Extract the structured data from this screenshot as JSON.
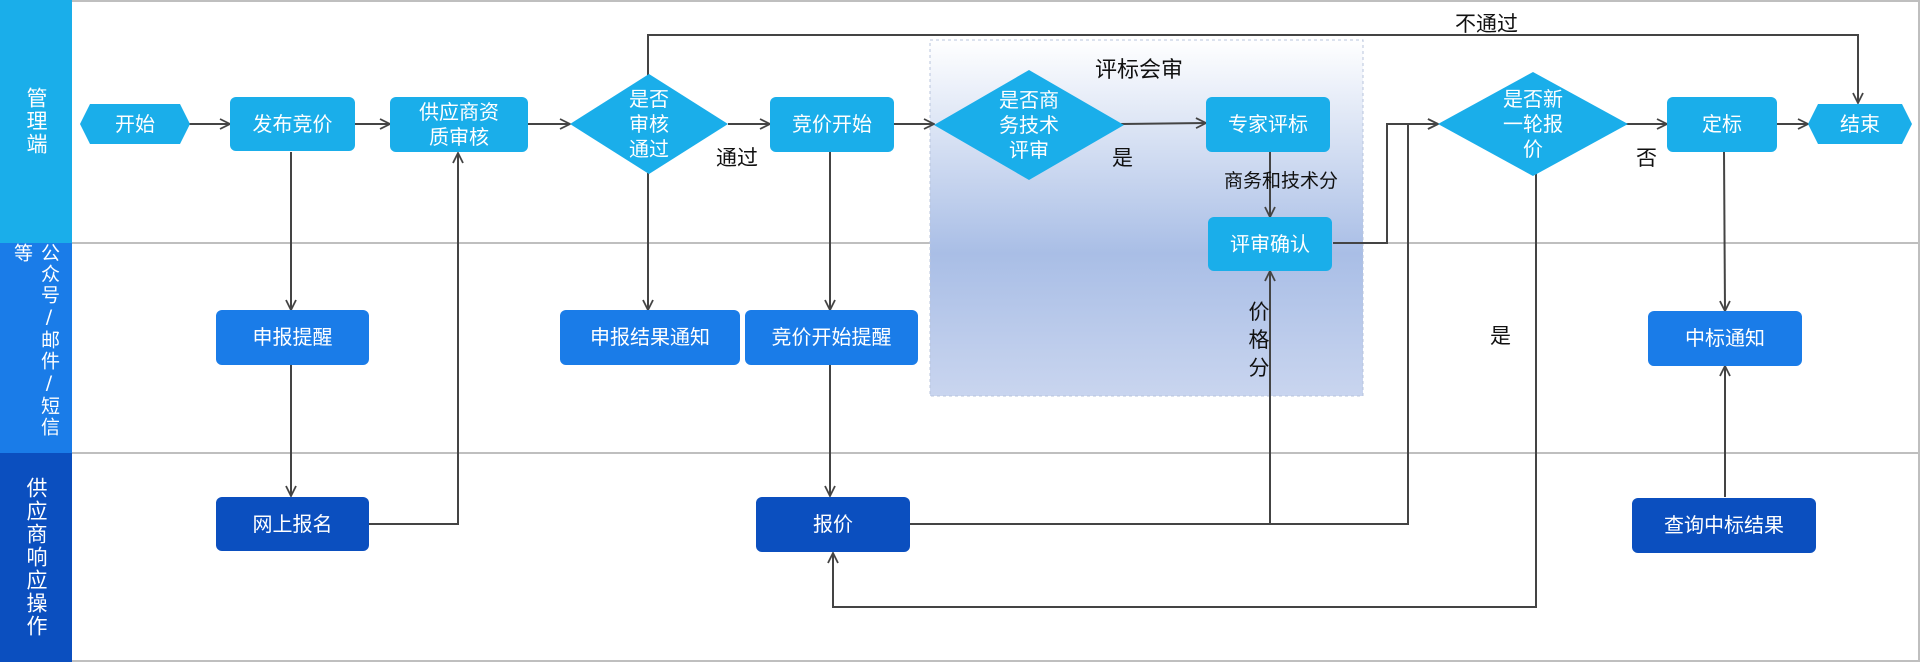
{
  "lanes": {
    "manager": "管理端",
    "notify": "公众号/邮件/短信等",
    "supplier": "供应商响应操作"
  },
  "nodes": {
    "start": "开始",
    "publish": "发布竞价",
    "qualify": "供应商资\n质审核",
    "review_pass": "是否\n审核\n通过",
    "bid_start": "竞价开始",
    "tech_review": "是否商\n务技术\n评审",
    "expert": "专家评标",
    "confirm": "评审确认",
    "new_round": "是否新\n一轮报\n价",
    "award": "定标",
    "end": "结束",
    "apply_remind": "申报提醒",
    "apply_result": "申报结果通知",
    "bid_remind": "竞价开始提醒",
    "win_notice": "中标通知",
    "signup": "网上报名",
    "quote": "报价",
    "query_result": "查询中标结果"
  },
  "group": {
    "title": "评标会审"
  },
  "labels": {
    "not_pass": "不通过",
    "pass": "通过",
    "yes_tech": "是",
    "biz_tech_score": "商务和技术分",
    "price_score": "价\n格\n分",
    "yes_round": "是",
    "no_round": "否"
  },
  "colors": {
    "light": "#1aaeea",
    "mid": "#1a7ce8",
    "dark": "#0b4fbf",
    "lane_manager": "#1aaeea",
    "lane_notify": "#1a7ce8",
    "lane_supplier": "#0b4fbf"
  }
}
